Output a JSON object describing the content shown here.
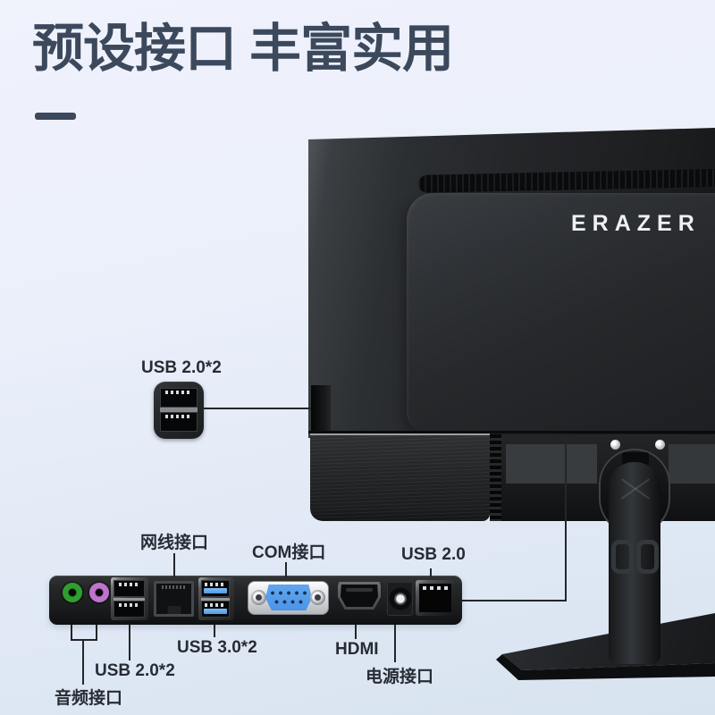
{
  "title": {
    "text": "预设接口 丰富实用"
  },
  "brand": {
    "logo": "ERAZER"
  },
  "callouts": {
    "side_usb": "USB 2.0*2",
    "lan": "网线接口",
    "com": "COM接口",
    "usb_single": "USB 2.0",
    "usb3": "USB 3.0*2",
    "usb2": "USB 2.0*2",
    "audio": "音频接口",
    "hdmi": "HDMI",
    "power": "电源接口"
  },
  "colors": {
    "title": "#3c495c",
    "label": "#272c34",
    "line": "#23262b",
    "audio-green": "#2f9e2f",
    "audio-pink": "#bd74cc",
    "usb3-blue": "#4f9de4",
    "com-blue": "#4a94e8",
    "bg-top": "#f0f2fc",
    "bg-bottom": "#d8e3f0"
  }
}
